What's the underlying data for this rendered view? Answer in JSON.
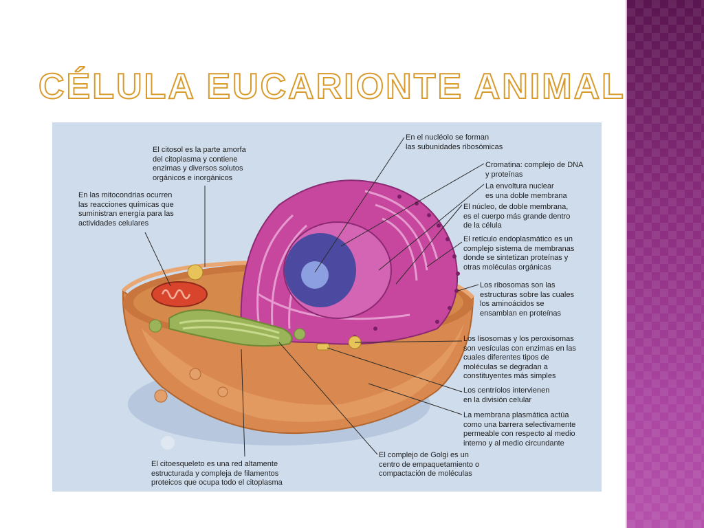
{
  "slide": {
    "title": "Célula eucarionte animal"
  },
  "labels": {
    "nucleolo": "En el nucléolo se forman\nlas subunidades ribosómicas",
    "cromatina": "Cromatina: complejo de DNA\ny proteínas",
    "envoltura": "La envoltura nuclear\nes una doble membrana",
    "nucleo": "El núcleo, de doble membrana,\nes el cuerpo más grande dentro\nde la célula",
    "reticulo": "El retículo endoplasmático es un\ncomplejo sistema de membranas\ndonde se sintetizan proteínas y\notras moléculas orgánicas",
    "ribosomas": "Los ribosomas son las\nestructuras sobre las cuales\nlos aminoácidos se\nensamblan en proteínas",
    "lisosomas": "Los lisosomas y los peroxisomas\nson vesículas con enzimas en las\ncuales diferentes tipos de\nmoléculas se degradan a\nconstituyentes más simples",
    "centriolos": "Los centríolos intervienen\nen la división celular",
    "membrana": "La membrana plasmática actúa\ncomo una barrera selectivamente\npermeable con respecto al medio\ninterno y al medio circundante",
    "golgi": "El complejo de Golgi es un\ncentro de empaquetamiento o\ncompactación de moléculas",
    "citoesqueleto": "El citoesqueleto es una red altamente\nestructurada y compleja de filamentos\nproteicos que ocupa todo el citoplasma",
    "citosol": "El citosol es la parte amorfa\ndel citoplasma y contiene\nenzimas y diversos solutos\norgánicos e inorgánicos",
    "mitocondrias": "En las mitocondrias ocurren\nlas reacciones químicas que\nsuministran energía para las\nactividades celulares"
  },
  "colors": {
    "title_outline": "#d89b2b",
    "cell_body": "#d9894f",
    "nucleus": "#b8449a",
    "golgi": "#9bb45a",
    "mitochondrion": "#d8452c",
    "background": "#cfdcec"
  }
}
